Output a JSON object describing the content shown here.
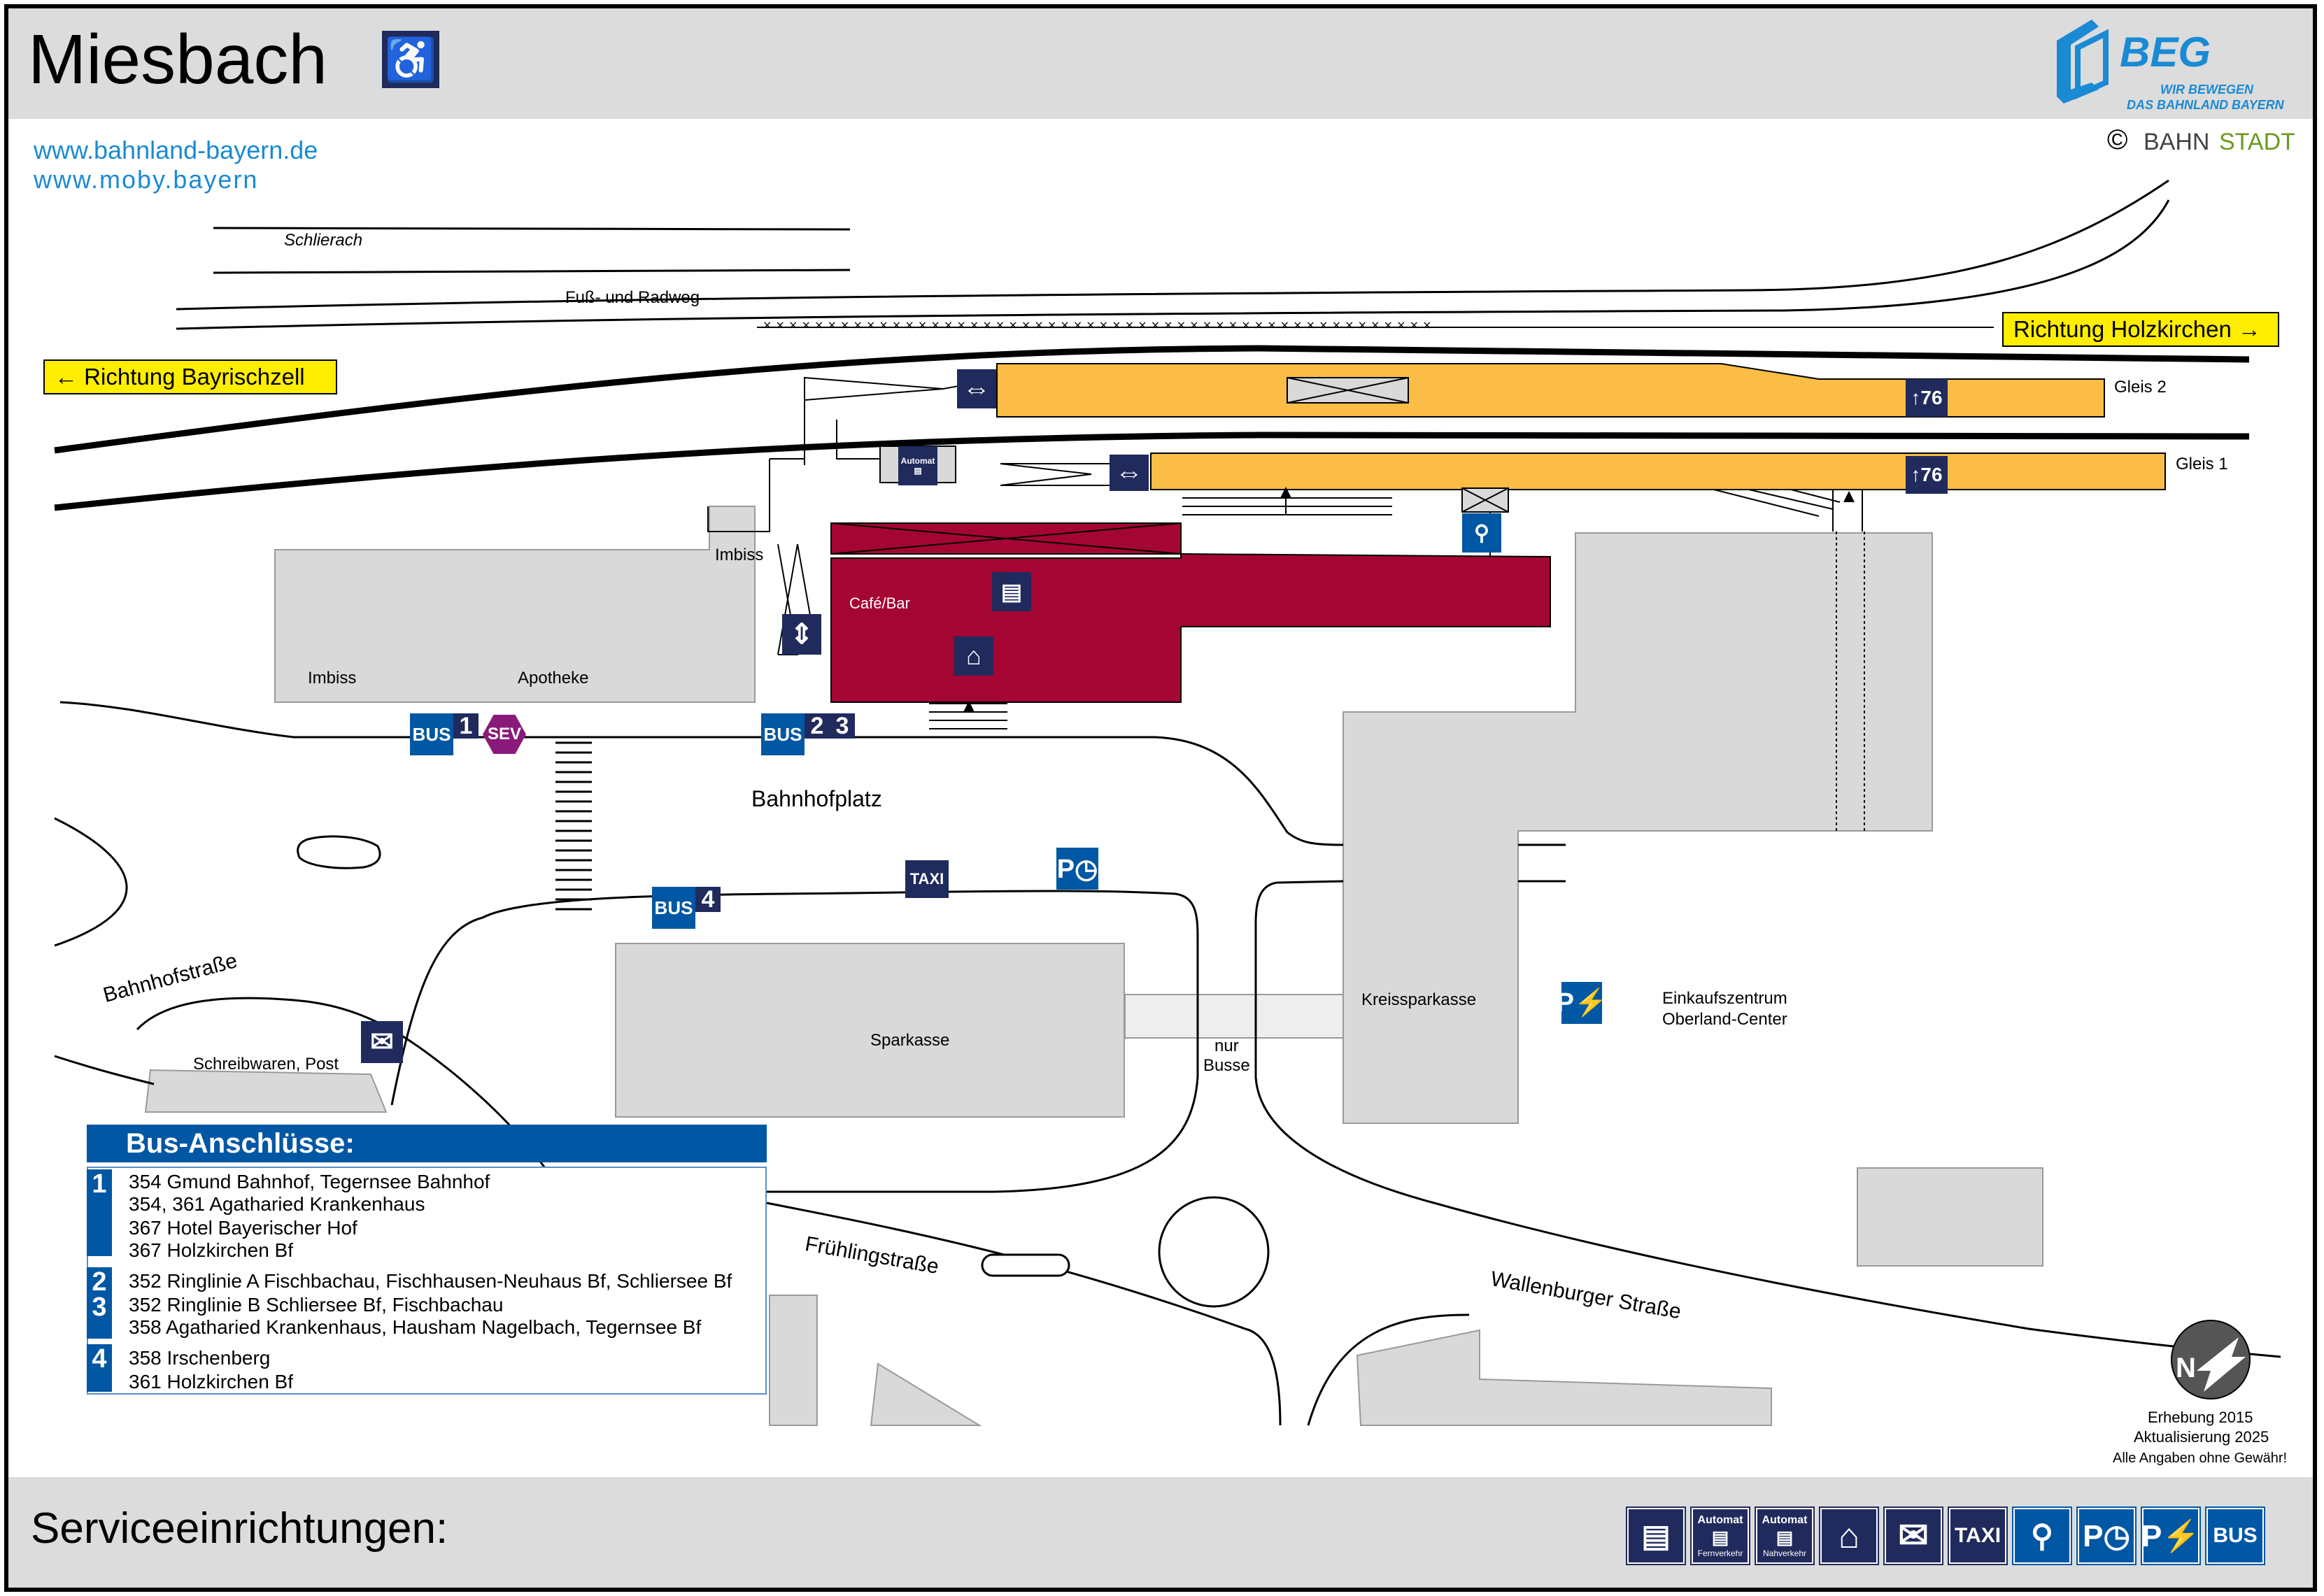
{
  "header": {
    "station": "Miesbach",
    "wheelchair_icon": "wheelchair-icon",
    "url_1": "www.bahnland-bayern.de",
    "url_2": "www.moby.bayern",
    "beg_name": "BEG",
    "beg_tagline_1": "WIR BEWEGEN",
    "beg_tagline_2": "DAS BAHNLAND BAYERN",
    "copyright_symbol": "©",
    "bahnstadt_a": "BAHN",
    "bahnstadt_b": "STADT"
  },
  "directions": {
    "left": "Richtung Bayrischzell",
    "right": "Richtung Holzkirchen"
  },
  "labels": {
    "schlierach": "Schlierach",
    "fussweg": "Fuß- und Radweg",
    "gleis2": "Gleis 2",
    "gleis1": "Gleis 1",
    "platform_height": "76",
    "imbiss_1": "Imbiss",
    "imbiss_2": "Imbiss",
    "apotheke": "Apotheke",
    "cafe": "Café/Bar",
    "bahnhofplatz": "Bahnhofplatz",
    "bahnhofstrasse": "Bahnhofstraße",
    "schreibwaren": "Schreibwaren, Post",
    "sparkasse": "Sparkasse",
    "kreissparkasse": "Kreissparkasse",
    "nur": "nur",
    "busse": "Busse",
    "einkauf_1": "Einkaufszentrum",
    "einkauf_2": "Oberland-Center",
    "fruehling": "Frühlingstraße",
    "wallenburger": "Wallenburger Straße",
    "automat": "Automat",
    "taxi": "TAXI",
    "bus": "BUS",
    "sev": "SEV",
    "stop_1": "1",
    "stop_2": "2",
    "stop_3": "3",
    "stop_4": "4"
  },
  "legend": {
    "title": "Bus-Anschlüsse:",
    "groups": [
      {
        "num": "1",
        "lines": [
          "354 Gmund Bahnhof, Tegernsee Bahnhof",
          "354, 361 Agatharied Krankenhaus",
          "367 Hotel Bayerischer Hof",
          "367 Holzkirchen Bf"
        ]
      },
      {
        "num": "2",
        "lines": [
          "352 Ringlinie A Fischbachau, Fischhausen-Neuhaus Bf, Schliersee Bf"
        ]
      },
      {
        "num": "3",
        "lines": [
          "352 Ringlinie B Schliersee Bf, Fischbachau",
          "358 Agatharied Krankenhaus, Hausham Nagelbach, Tegernsee Bf"
        ]
      },
      {
        "num": "4",
        "lines": [
          "358 Irschenberg",
          "361 Holzkirchen Bf"
        ]
      }
    ]
  },
  "footer": {
    "title": "Serviceeinrichtungen:",
    "survey_1": "Erhebung 2015",
    "survey_2": "Aktualisierung 2025",
    "disclaimer": "Alle Angaben ohne Gewähr!",
    "compass": "N",
    "service_icons": [
      "ticket-machine-icon",
      "automat-fernverkehr-icon",
      "automat-nahverkehr-icon",
      "waiting-room-icon",
      "post-icon",
      "taxi-icon",
      "bicycle-parking-icon",
      "short-term-parking-icon",
      "ev-charging-parking-icon",
      "bus-icon"
    ],
    "fernverkehr": "Fernverkehr",
    "nahverkehr": "Nahverkehr"
  },
  "colors": {
    "platform": "#fbbd45",
    "station_building": "#a50533",
    "building_grey": "#d9d9d9",
    "icon_navy": "#202a5c",
    "bus_blue": "#0057a3",
    "sev_purple": "#8a1a7a",
    "direction_yellow": "#ffee00",
    "url_blue": "#1a8ad4",
    "bahnstadt_green": "#6a9a1f"
  }
}
